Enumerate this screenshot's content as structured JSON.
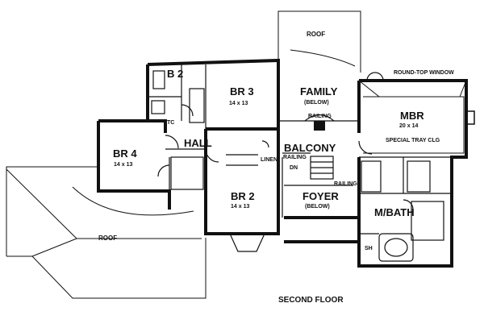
{
  "title": "SECOND FLOOR",
  "rooms": {
    "b2": "B 2",
    "br3": "BR 3",
    "br3_size": "14 x 13",
    "family": "FAMILY",
    "family_note": "(BELOW)",
    "mbr": "MBR",
    "mbr_size": "20 x 14",
    "br4": "BR 4",
    "br4_size": "14 x 13",
    "hall": "HALL",
    "balcony": "BALCONY",
    "br2": "BR 2",
    "br2_size": "14 x 13",
    "foyer": "FOYER",
    "foyer_note": "(BELOW)",
    "mbath": "M/BATH",
    "linen": "LINEN"
  },
  "annotations": {
    "roof_top": "ROOF",
    "roof_left": "ROOF",
    "round_top_window": "ROUND-TOP WINDOW",
    "special_tray": "SPECIAL TRAY CLG",
    "railing_family": "RAILING",
    "railing_balcony": "RAILING",
    "railing_foyer": "RAILING",
    "tc": "TC",
    "dn": "DN",
    "sh": "SH"
  }
}
